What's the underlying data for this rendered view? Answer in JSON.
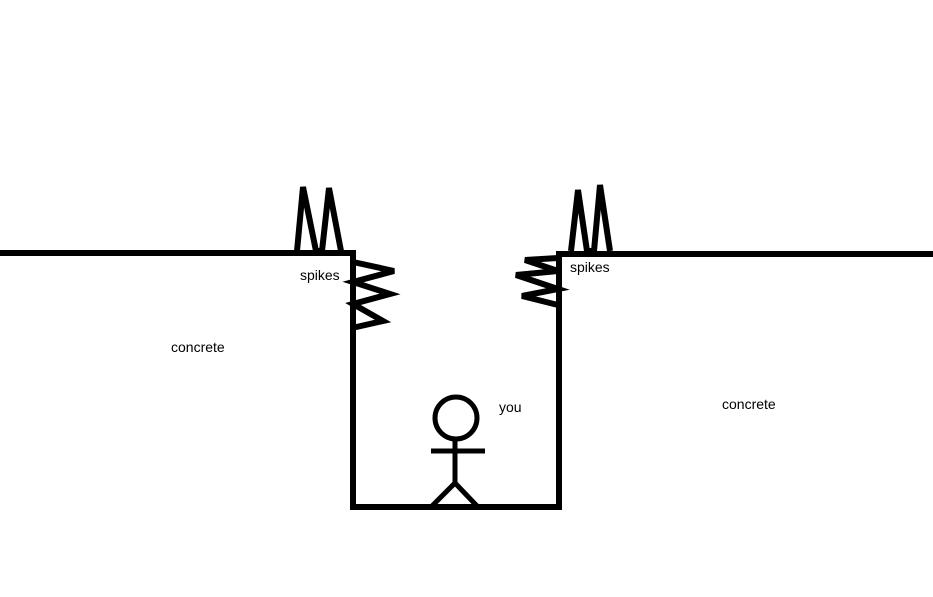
{
  "labels": {
    "spikes_left": "spikes",
    "spikes_right": "spikes",
    "concrete_left": "concrete",
    "concrete_right": "concrete",
    "you": "you"
  },
  "colors": {
    "stroke": "#000000",
    "background": "#ffffff"
  }
}
